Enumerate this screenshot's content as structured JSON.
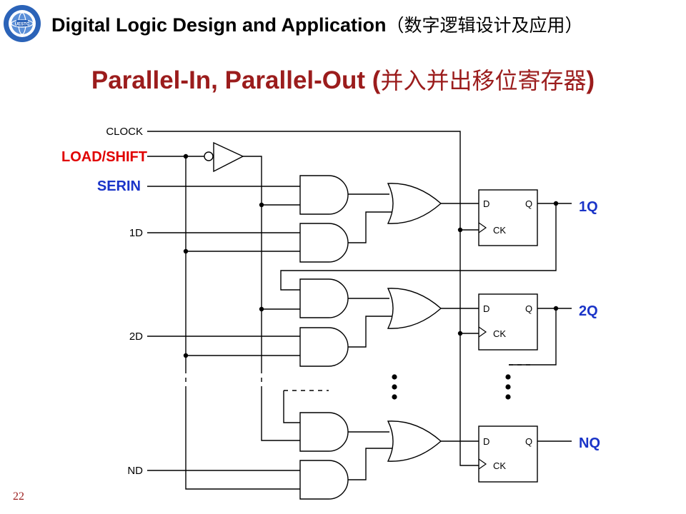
{
  "header": {
    "course_title_en": "Digital Logic Design and Application",
    "course_title_cn": "（数字逻辑设计及应用）"
  },
  "slide": {
    "title_en": "Parallel-In, Parallel-Out (",
    "title_cn": "并入并出移位寄存器",
    "title_close": ")",
    "page_number": "22"
  },
  "diagram": {
    "inputs": {
      "clock": "CLOCK",
      "load_shift": "LOAD/SHIFT",
      "serin": "SERIN",
      "d1": "1D",
      "d2": "2D",
      "dn": "ND"
    },
    "outputs": {
      "q1": "1Q",
      "q2": "2Q",
      "qn": "NQ"
    },
    "ff_pins": {
      "d": "D",
      "q": "Q",
      "ck": "CK"
    }
  },
  "colors": {
    "title_red": "#9b1c1c",
    "load_shift_red": "#e00000",
    "serin_blue": "#1a34c8",
    "output_blue": "#1a34c8",
    "logo_blue": "#2b63b8"
  }
}
